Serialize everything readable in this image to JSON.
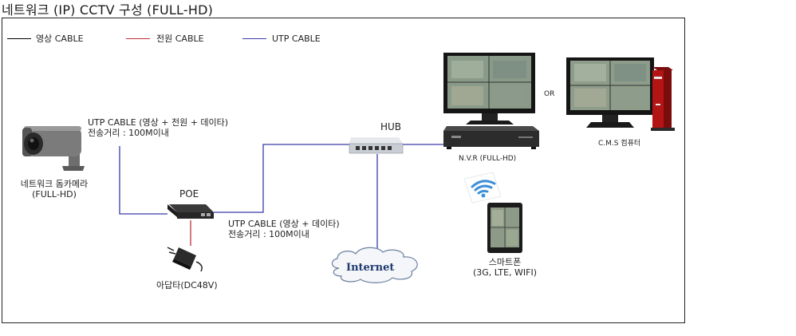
{
  "title": "네트워크 (IP) CCTV 구성 (FULL-HD)",
  "legend": {
    "video": {
      "label": "영상 CABLE",
      "color": "#000000"
    },
    "power": {
      "label": "전원 CABLE",
      "color": "#c0303a"
    },
    "utp": {
      "label": "UTP CABLE",
      "color": "#3a3aa8"
    }
  },
  "camera": {
    "line1": "네트워크 돔카메라",
    "line2": "(FULL-HD)"
  },
  "cable_top": {
    "line1": "UTP CABLE (영상 + 전원 + 데이타)",
    "line2": "전송거리 : 100M이내"
  },
  "poe": {
    "label": "POE"
  },
  "cable_bottom": {
    "line1": "UTP CABLE (영상 + 데이타)",
    "line2": "전송거리 : 100M이내"
  },
  "adapter": {
    "label": "아답타(DC48V)"
  },
  "hub": {
    "label": "HUB"
  },
  "internet": {
    "label": "Internet"
  },
  "nvr": {
    "label": "N.V.R (FULL-HD)"
  },
  "or_text": "OR",
  "cms": {
    "label": "C.M.S 컴퓨터"
  },
  "smartphone": {
    "line1": "스마트폰",
    "line2": "(3G, LTE, WIFI)"
  }
}
